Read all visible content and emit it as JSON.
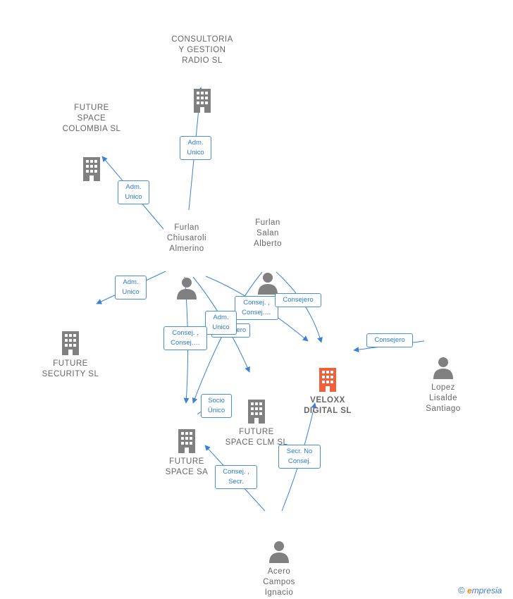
{
  "nodes": {
    "consultoria": {
      "name": "CONSULTORIA\nY GESTION\nRADIO SL",
      "icon": "building-icon"
    },
    "future_colombia": {
      "name": "FUTURE\nSPACE\nCOLOMBIA  SL",
      "icon": "building-icon"
    },
    "future_security": {
      "name": "FUTURE\nSECURITY  SL",
      "icon": "building-icon"
    },
    "future_clm": {
      "name": "FUTURE\nSPACE CLM  SL",
      "icon": "building-icon"
    },
    "future_sa": {
      "name": "FUTURE\nSPACE SA",
      "icon": "building-icon"
    },
    "veloxx": {
      "name": "VELOXX\nDIGITAL  SL",
      "icon": "building-icon",
      "color": "#f0603a"
    },
    "furlan_chiusaroli": {
      "name": "Furlan\nChiusaroli\nAlmerino",
      "icon": "person-icon"
    },
    "furlan_salan": {
      "name": "Furlan\nSalan\nAlberto",
      "icon": "person-icon"
    },
    "lopez": {
      "name": "Lopez\nLisalde\nSantiago",
      "icon": "person-icon"
    },
    "acero": {
      "name": "Acero\nCampos\nIgnacio",
      "icon": "person-icon"
    }
  },
  "labels": {
    "adm_unico_consultoria": "Adm.\nUnico",
    "adm_unico_colombia": "Adm.\nUnico",
    "adm_unico_security": "Adm.\nUnico",
    "consej_veloxx_1": "Consej. ,\nConsej.…",
    "consejero_salan": "Consejero",
    "consejero_hidden": "Consejero",
    "adm_unico_clm": "Adm.\nUnico",
    "consej_future_sa": "Consej. ,\nConsej.…",
    "socio_unico": "Socio\nÚnico",
    "consejero_lopez": "Consejero",
    "consej_secr": "Consej. ,\nSecr.",
    "secr_no_consej": "Secr.  No\nConsej."
  },
  "footer": {
    "copyright": "©",
    "brand_initial": "e",
    "brand_rest": "mpresia"
  },
  "colors": {
    "edge": "#3b82d6",
    "icon_gray": "#808080",
    "focus": "#f0603a"
  }
}
